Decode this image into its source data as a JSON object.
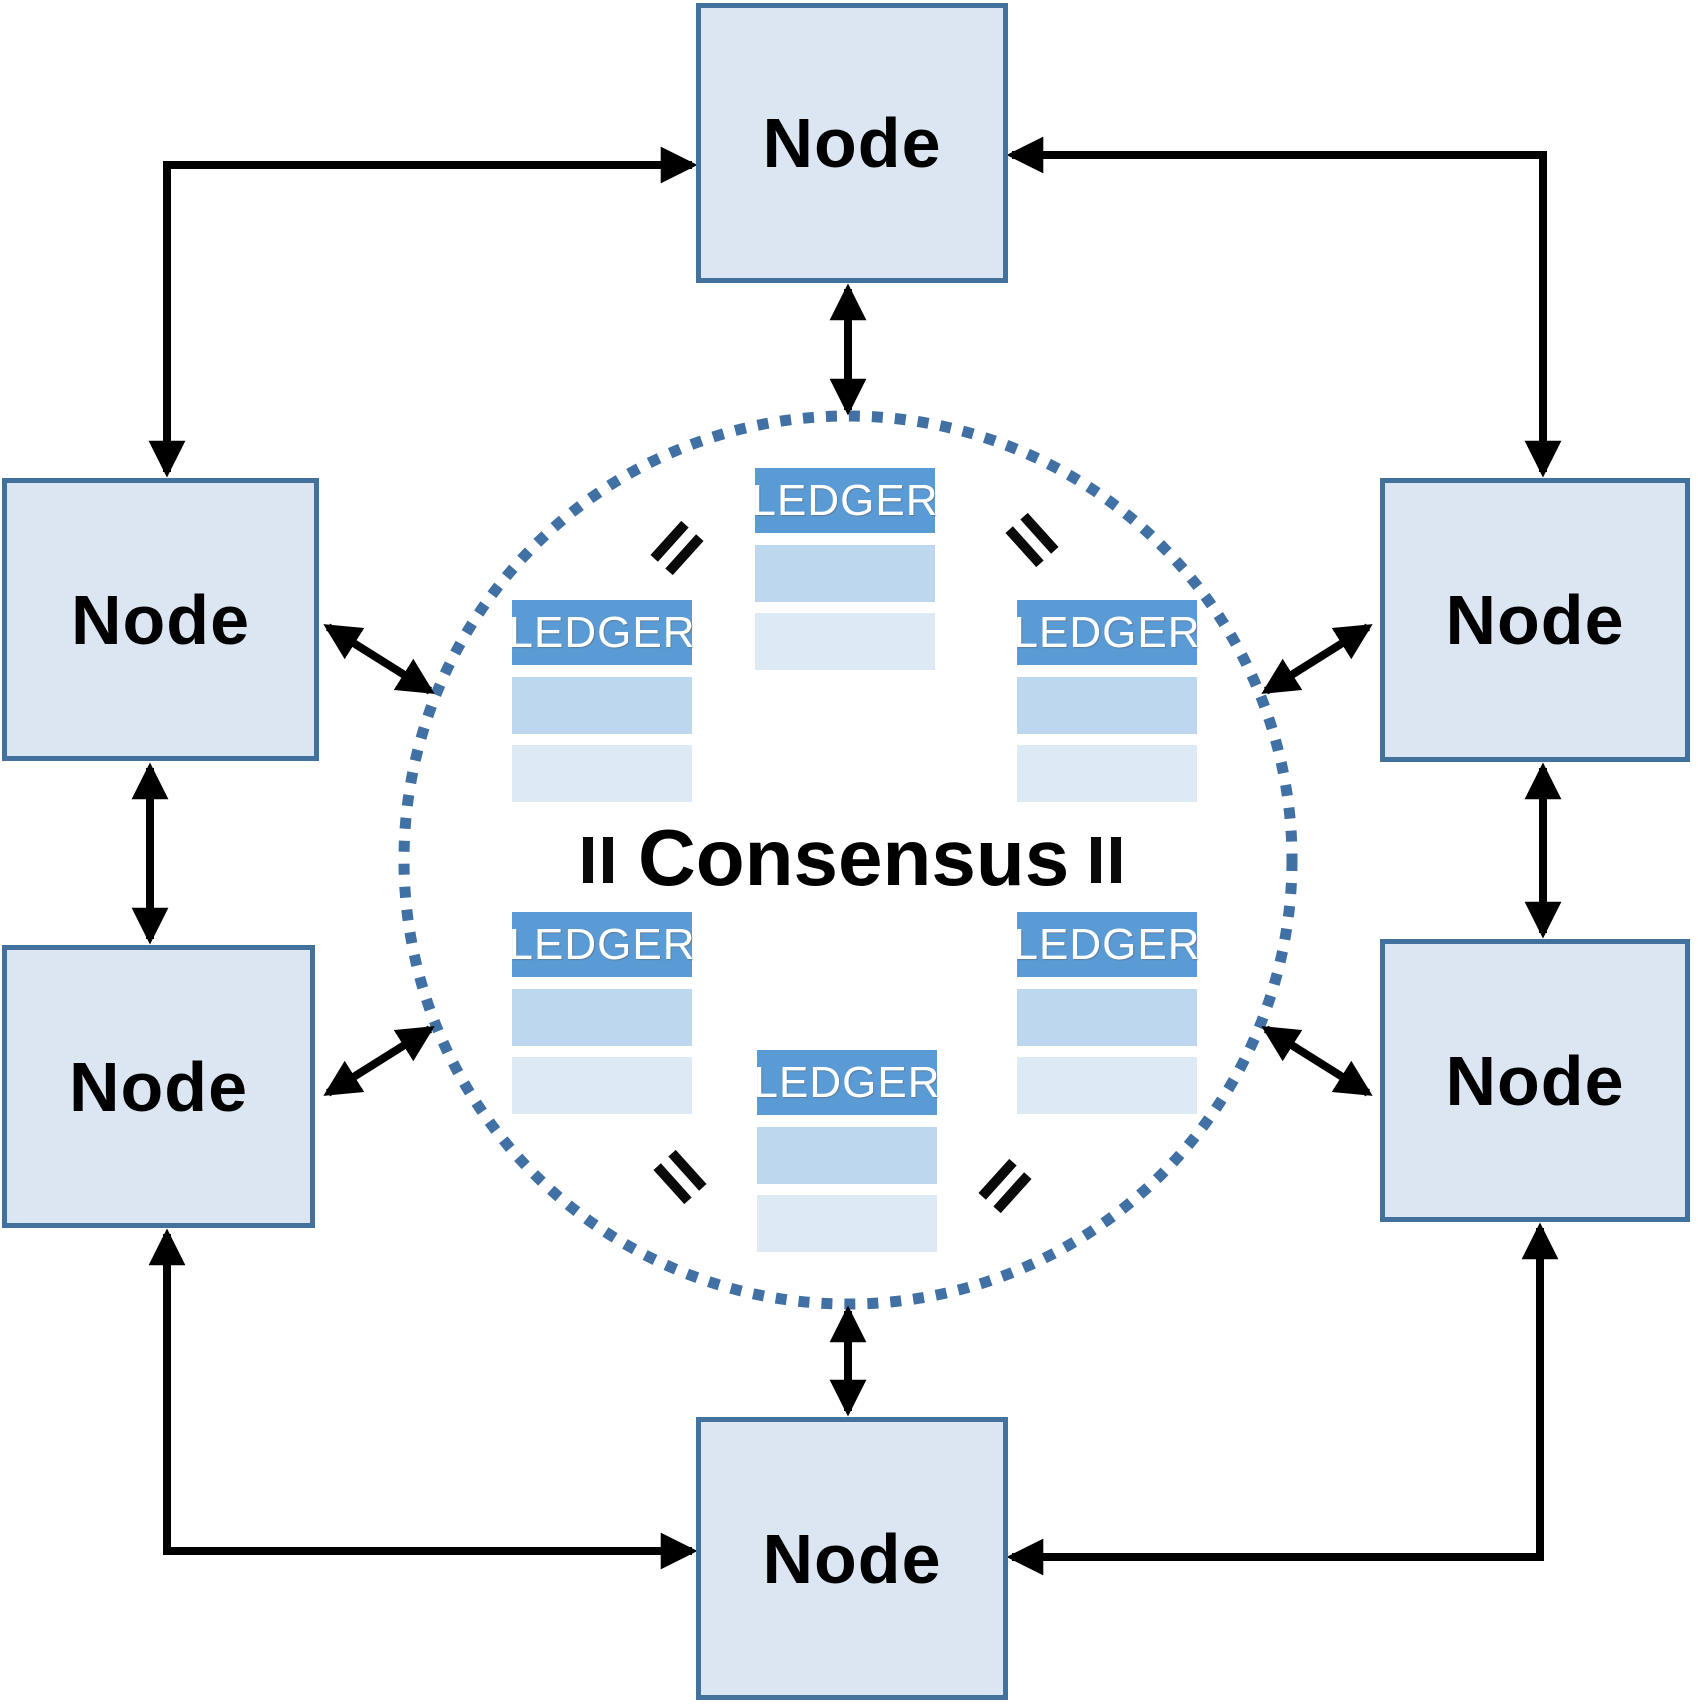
{
  "diagram": {
    "description": "Distributed ledger / blockchain peer-to-peer consensus diagram",
    "consensus": {
      "label": "Consensus"
    },
    "nodes": [
      {
        "id": "top",
        "label": "Node"
      },
      {
        "id": "left-upper",
        "label": "Node"
      },
      {
        "id": "left-lower",
        "label": "Node"
      },
      {
        "id": "right-upper",
        "label": "Node"
      },
      {
        "id": "right-lower",
        "label": "Node"
      },
      {
        "id": "bottom",
        "label": "Node"
      }
    ],
    "ledgers": [
      {
        "position": "top",
        "label": "LEDGER"
      },
      {
        "position": "upper-left",
        "label": "LEDGER"
      },
      {
        "position": "upper-right",
        "label": "LEDGER"
      },
      {
        "position": "lower-left",
        "label": "LEDGER"
      },
      {
        "position": "lower-right",
        "label": "LEDGER"
      },
      {
        "position": "bottom",
        "label": "LEDGER"
      }
    ],
    "colors": {
      "node_fill": "#dbe6f2",
      "node_border": "#41719c",
      "ledger_header": "#5b9bd5",
      "ledger_row_mid": "#bdd7ee",
      "ledger_row_light": "#dde9f5",
      "dotted_circle": "#4070a4",
      "arrow": "#000000",
      "text": "#000000"
    }
  }
}
